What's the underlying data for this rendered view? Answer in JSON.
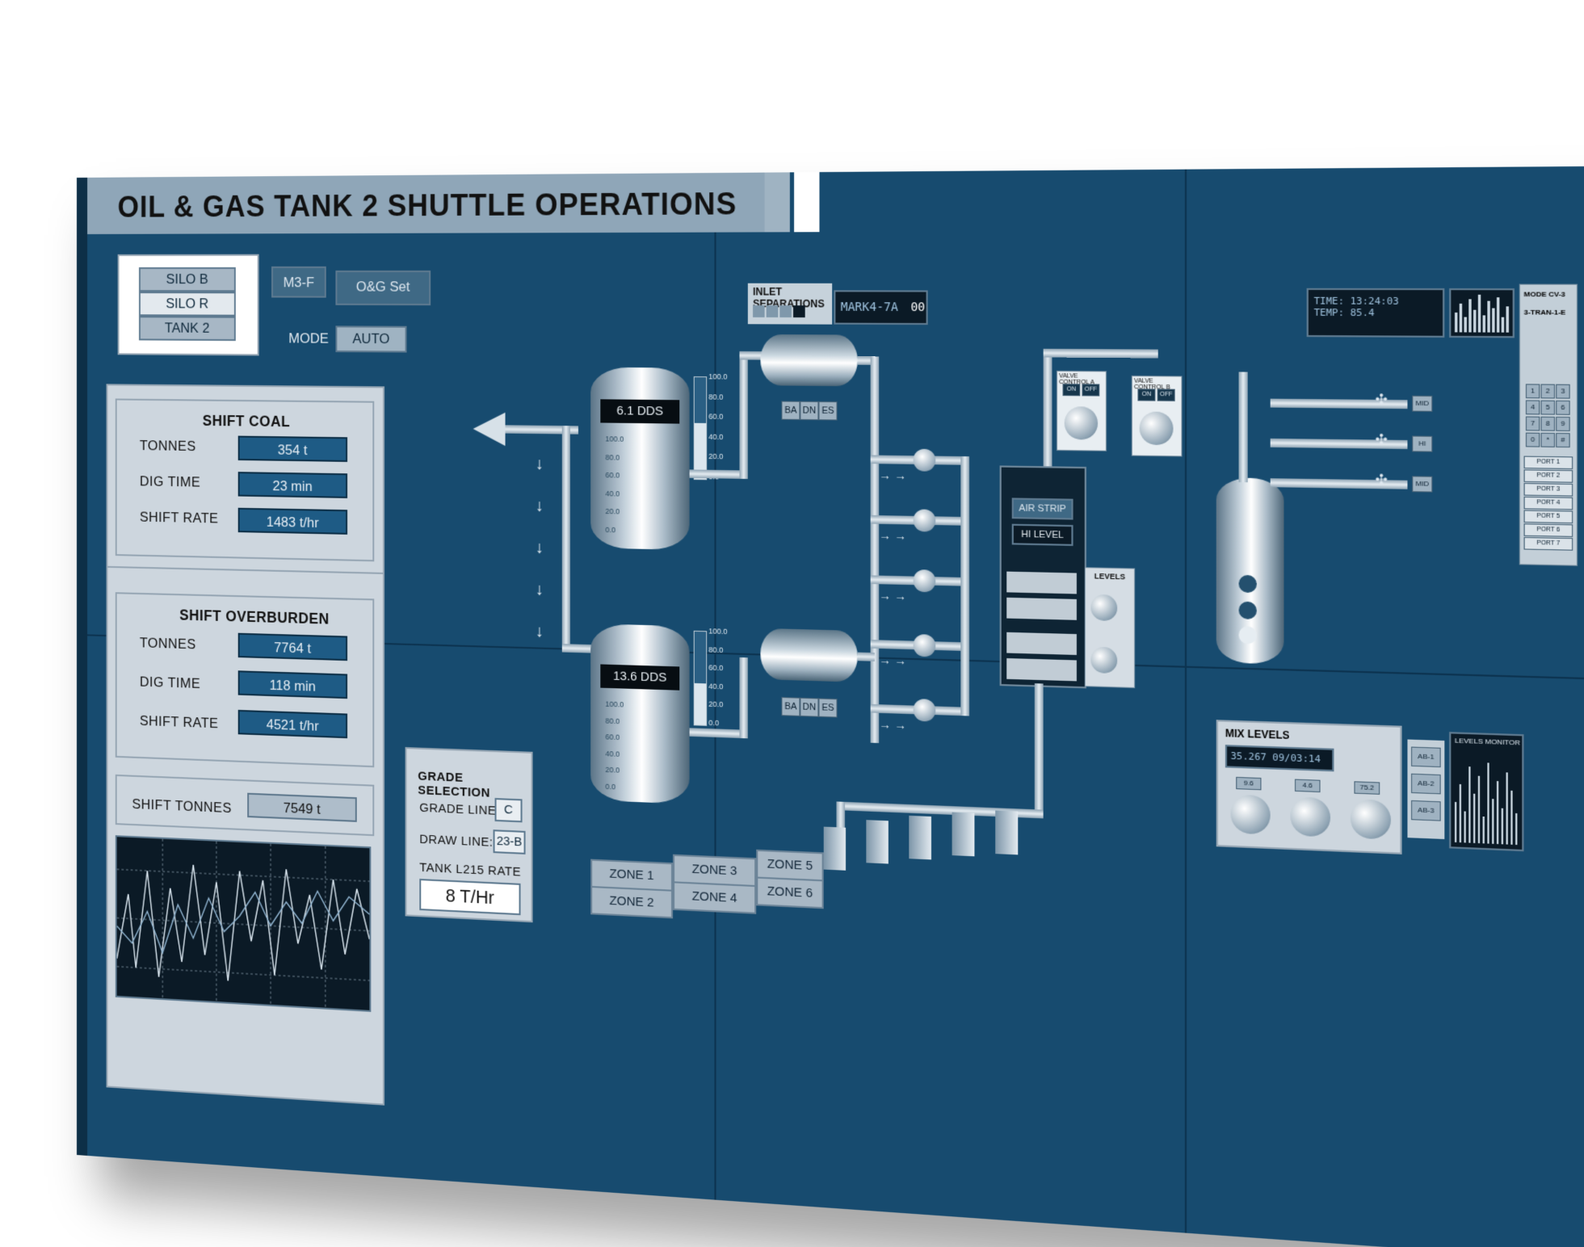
{
  "header": {
    "title": "OIL & GAS TANK 2 SHUTTLE OPERATIONS"
  },
  "selectors": {
    "silo_b": "SILO B",
    "silo_r": "SILO R",
    "tank_2": "TANK 2"
  },
  "top_buttons": {
    "m3f": "M3-F",
    "og_set": "O&G Set",
    "mode_label": "MODE",
    "mode_value": "AUTO"
  },
  "shift_coal": {
    "title": "SHIFT COAL",
    "tonnes_label": "TONNES",
    "tonnes_value": "354 t",
    "dig_label": "DIG TIME",
    "dig_value": "23 min",
    "rate_label": "SHIFT RATE",
    "rate_value": "1483 t/hr"
  },
  "shift_overburden": {
    "title": "SHIFT OVERBURDEN",
    "tonnes_label": "TONNES",
    "tonnes_value": "7764 t",
    "dig_label": "DIG TIME",
    "dig_value": "118 min",
    "rate_label": "SHIFT RATE",
    "rate_value": "4521 t/hr"
  },
  "shift_tonnes": {
    "label": "SHIFT TONNES",
    "value": "7549 t"
  },
  "grade_selection": {
    "title": "GRADE SELECTION",
    "grade_label": "GRADE LINE:",
    "grade_value": "C",
    "draw_label": "DRAW LINE:",
    "draw_value": "23-B",
    "rate_label": "TANK L215 RATE",
    "rate_value": "8 T/Hr"
  },
  "tanks": {
    "tank1": {
      "label": "6.1 DDS",
      "level": 0.55
    },
    "tank2": {
      "label": "13.6 DDS",
      "level": 0.45
    },
    "scale": [
      "100.0",
      "80.0",
      "60.0",
      "40.0",
      "20.0",
      "0.0"
    ],
    "side_scale": [
      "100.0",
      "80.0",
      "60.0",
      "40.0",
      "20.0",
      "0.0"
    ]
  },
  "drum_buttons": {
    "ba": "BA",
    "dn": "DN",
    "es": "ES"
  },
  "inlet": {
    "title": "INLET SEPARATIONS",
    "readout": "MARK4-7A",
    "counter": "00"
  },
  "air_strip": {
    "label": "AIR STRIP",
    "hi_level": "HI LEVEL"
  },
  "levels": {
    "title": "LEVELS"
  },
  "valve_control": {
    "a": "VALVE CONTROL A",
    "b": "VALVE CONTROL B",
    "on": "ON",
    "off": "OFF"
  },
  "top_right": {
    "time": "TIME: 13:24:03",
    "temp": "TEMP: 85.4",
    "mode1": "MODE CV-3",
    "mode2": "3-TRAN-1-E"
  },
  "keypad": [
    "1",
    "2",
    "3",
    "4",
    "5",
    "6",
    "7",
    "8",
    "9",
    "0",
    "*",
    "#"
  ],
  "flow_tags": {
    "a": "MID",
    "b": "HI",
    "c": "MID"
  },
  "ports": [
    "PORT 1",
    "PORT 2",
    "PORT 3",
    "PORT 4",
    "PORT 5",
    "PORT 6",
    "PORT 7"
  ],
  "mix_levels": {
    "title": "MIX LEVELS",
    "readout": "35.267 09/03:14",
    "k1": "9.6",
    "k2": "4.6",
    "k3": "75.2"
  },
  "levels_monitor": {
    "title": "LEVELS MONITOR",
    "ab1": "AB-1",
    "ab2": "AB-2",
    "ab3": "AB-3"
  },
  "zones": {
    "z1": "ZONE 1",
    "z2": "ZONE 2",
    "z3": "ZONE 3",
    "z4": "ZONE 4",
    "z5": "ZONE 5",
    "z6": "ZONE 6"
  },
  "colors": {
    "wall": "#174b6f",
    "panel": "#cdd6de",
    "value": "#1e5b85",
    "title_bar": "#8fa6b8"
  }
}
